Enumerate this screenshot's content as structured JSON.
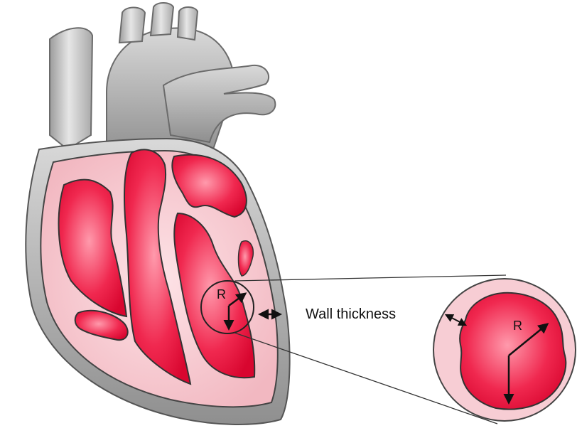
{
  "diagram": {
    "labels": {
      "wall_thickness": "Wall thickness",
      "radius_small": "R",
      "radius_large": "R"
    },
    "colors": {
      "vessel_gray": "#b5b5b5",
      "vessel_gray_light": "#e3e3e3",
      "wall_pink": "#f6c9cf",
      "chamber_red": "#e8123c",
      "chamber_red_light": "#ff8fa2",
      "outline": "#3a3a3a",
      "ink": "#111111"
    }
  }
}
